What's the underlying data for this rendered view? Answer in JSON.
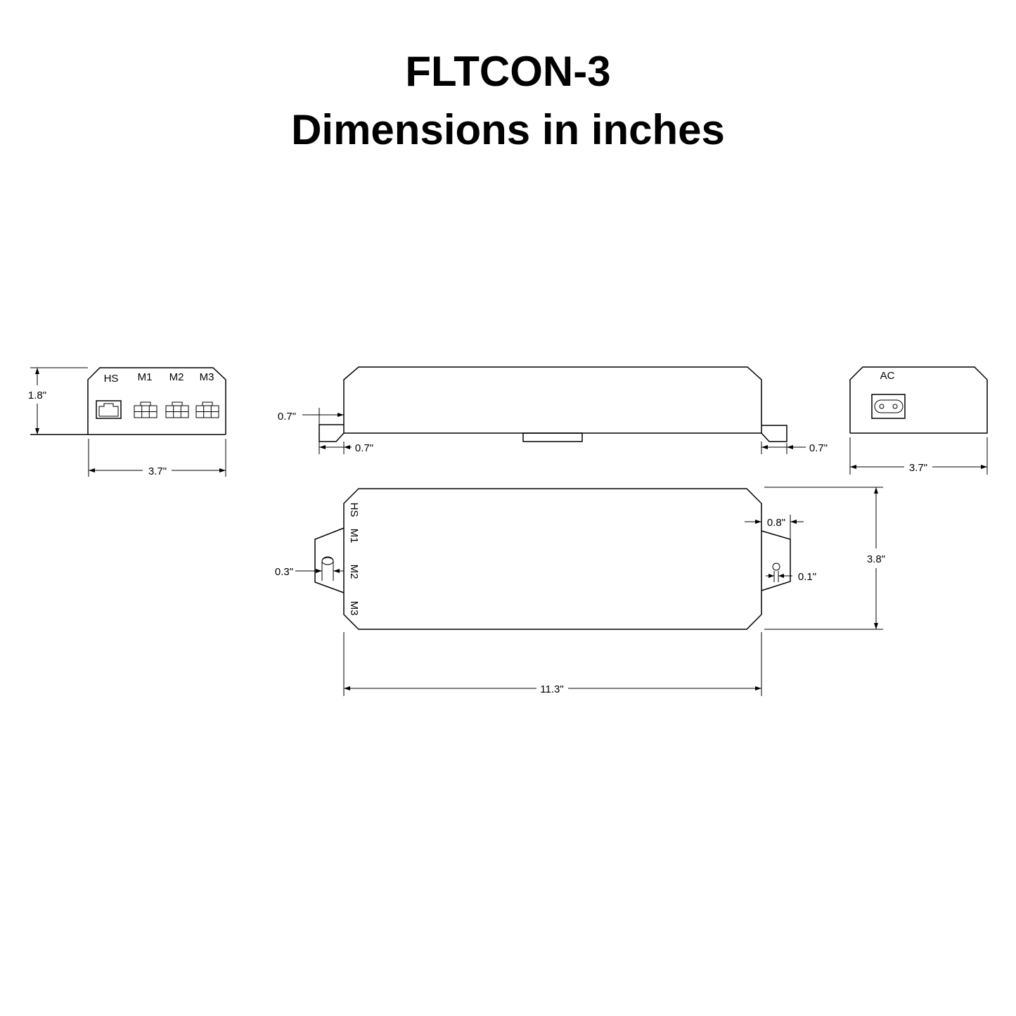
{
  "title": "FLTCON-3",
  "subtitle": "Dimensions in inches",
  "front_view": {
    "ports": [
      "HS",
      "M1",
      "M2",
      "M3"
    ],
    "height_label": "1.8\"",
    "width_label": "3.7\""
  },
  "side_view": {
    "left_tab_height_label": "0.7\"",
    "left_tab_width_label": "0.7\"",
    "right_tab_width_label": "0.7\""
  },
  "back_view": {
    "port": "AC",
    "width_label": "3.7\""
  },
  "top_view": {
    "port_labels": [
      "HS",
      "M1",
      "M2",
      "M3"
    ],
    "left_hole_label": "0.3\"",
    "right_tab_label": "0.8\"",
    "right_hole_label": "0.1\"",
    "depth_label": "3.8\"",
    "length_label": "11.3\""
  }
}
